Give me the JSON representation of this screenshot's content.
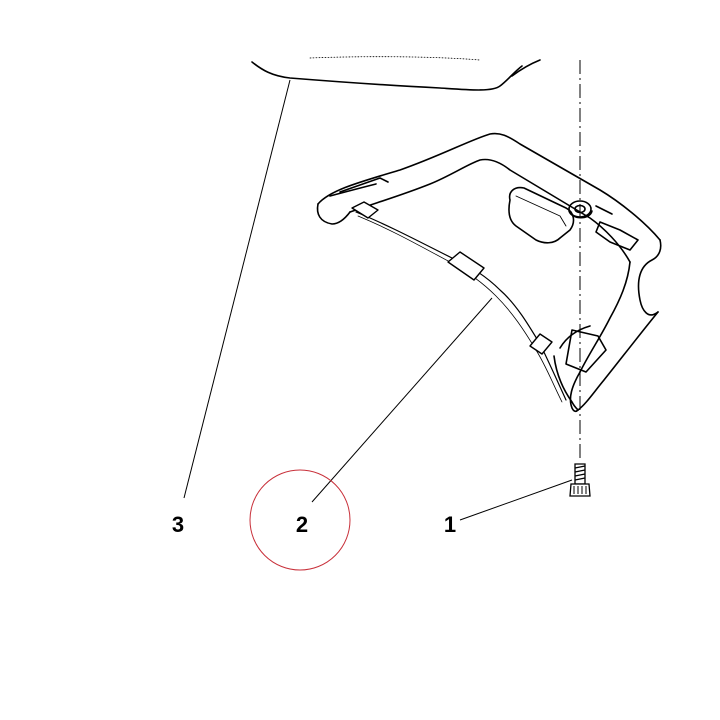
{
  "callouts": {
    "screw": "1",
    "cable": "2",
    "cover": "3"
  },
  "highlight_color": "#c8303a"
}
